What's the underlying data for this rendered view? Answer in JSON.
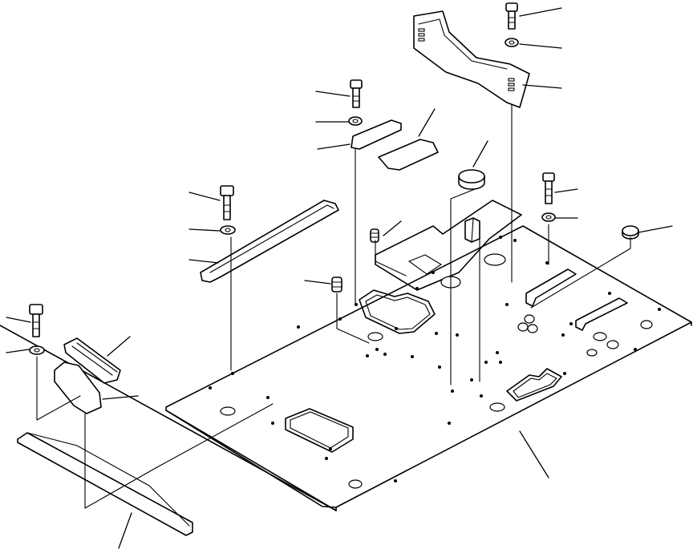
{
  "diagram": {
    "kind": "exploded-parts-view",
    "background": "#ffffff",
    "ink": "#000000",
    "parts": [
      "floor-plate",
      "bolt",
      "washer",
      "cover-plate",
      "plug",
      "pedal",
      "rail",
      "bracket",
      "knob"
    ]
  }
}
